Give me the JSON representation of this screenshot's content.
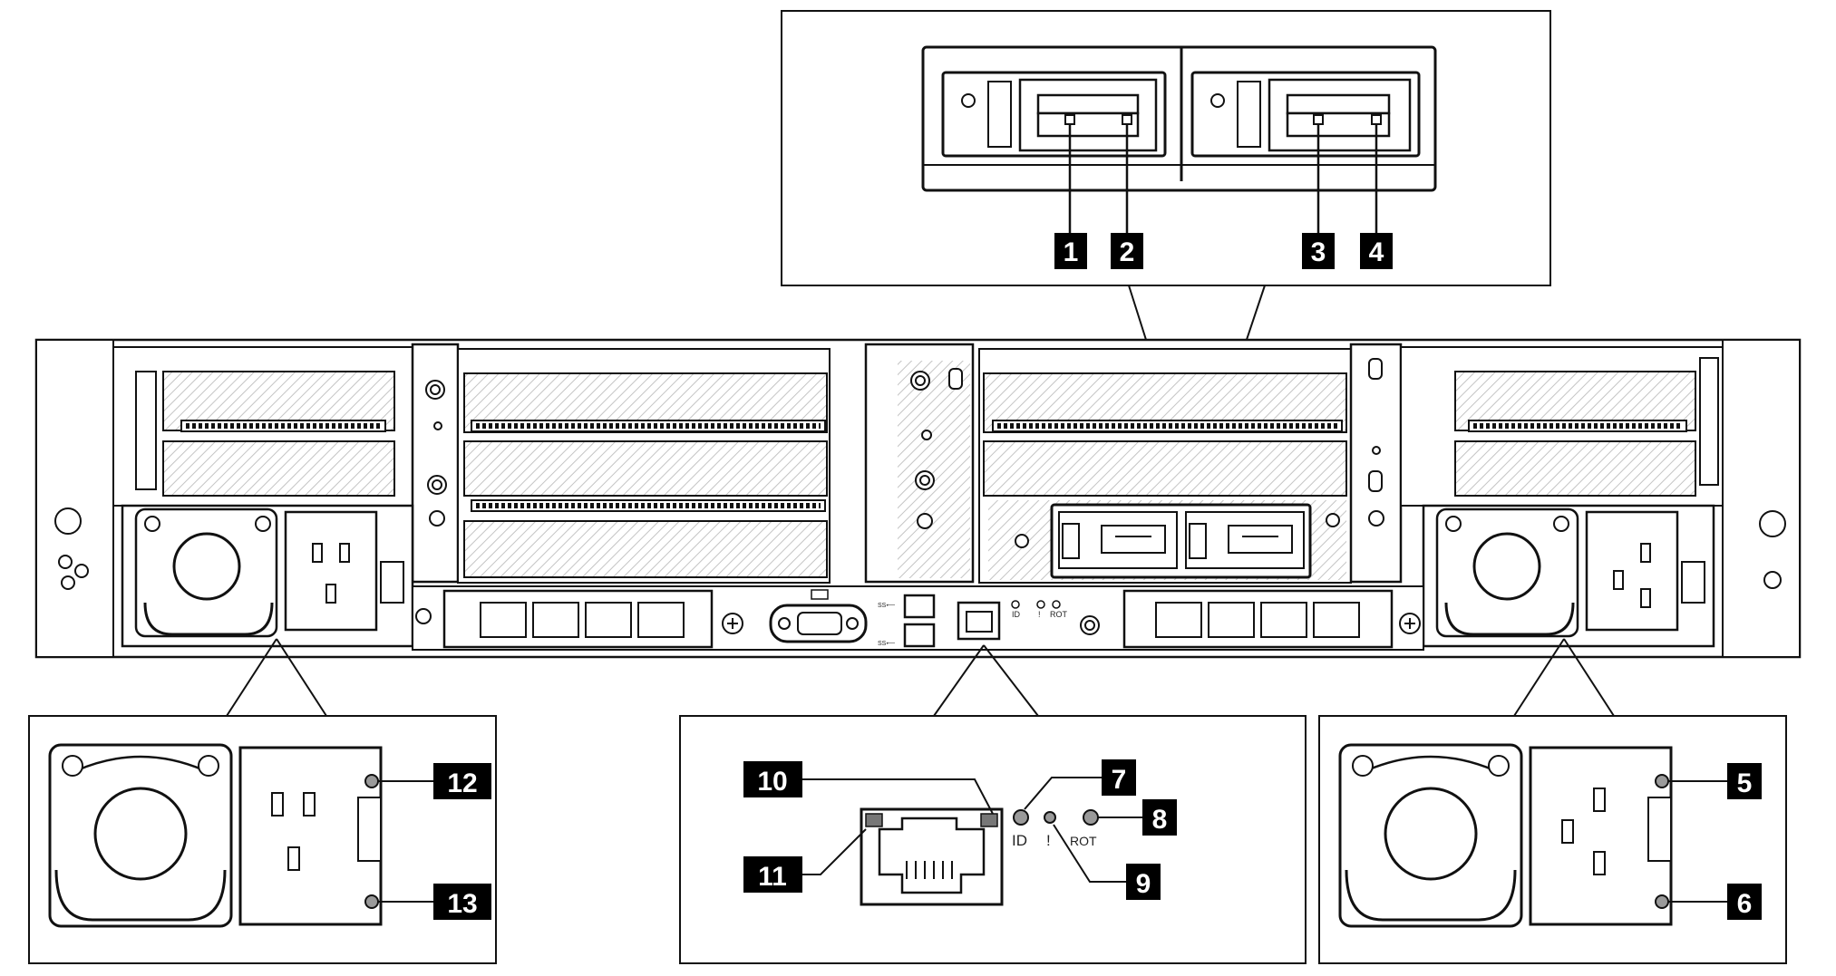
{
  "callouts": [
    {
      "id": "c1",
      "text": "1"
    },
    {
      "id": "c2",
      "text": "2"
    },
    {
      "id": "c3",
      "text": "3"
    },
    {
      "id": "c4",
      "text": "4"
    },
    {
      "id": "c5",
      "text": "5"
    },
    {
      "id": "c6",
      "text": "6"
    },
    {
      "id": "c7",
      "text": "7"
    },
    {
      "id": "c8",
      "text": "8"
    },
    {
      "id": "c9",
      "text": "9"
    },
    {
      "id": "c10",
      "text": "10"
    },
    {
      "id": "c11",
      "text": "11"
    },
    {
      "id": "c12",
      "text": "12"
    },
    {
      "id": "c13",
      "text": "13"
    }
  ],
  "panel_labels": {
    "id": "ID",
    "alert": "!",
    "rot": "ROT",
    "id_small": "ID",
    "alert_small": "!",
    "rot_small": "ROT",
    "usb1": "SS⟵",
    "usb2": "SS⟵"
  },
  "colors": {
    "callout_bg": "#000000",
    "callout_fg": "#ffffff",
    "line": "#111111",
    "hatch": "#bbbbbb",
    "led": "#9a9a9a"
  }
}
